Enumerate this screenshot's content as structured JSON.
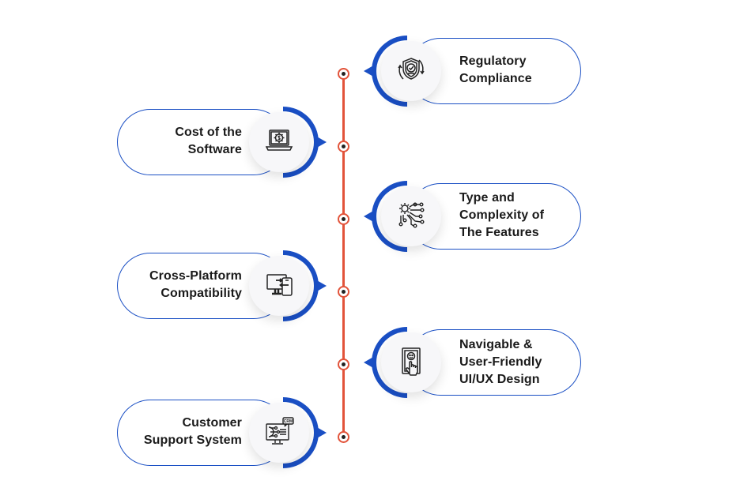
{
  "diagram": {
    "type": "timeline-infographic",
    "colors": {
      "accent_blue": "#1a4fc4",
      "timeline_red": "#e2533a",
      "text": "#1a1a1a"
    },
    "items": [
      {
        "side": "right",
        "icon": "shield-check-cycle-icon",
        "label_lines": [
          "Regulatory",
          "Compliance"
        ]
      },
      {
        "side": "left",
        "icon": "laptop-dollar-gear-icon",
        "label_lines": [
          "Cost of the",
          "Software"
        ]
      },
      {
        "side": "right",
        "icon": "gear-circuit-icon",
        "label_lines": [
          "Type and",
          "Complexity of",
          "The Features"
        ]
      },
      {
        "side": "left",
        "icon": "monitor-phone-sync-icon",
        "label_lines": [
          "Cross-Platform",
          "Compatibility"
        ]
      },
      {
        "side": "right",
        "icon": "touch-screen-smiley-icon",
        "label_lines": [
          "Navigable &",
          "User-Friendly",
          "UI/UX Design"
        ]
      },
      {
        "side": "left",
        "icon": "crm-monitor-icon",
        "label_lines": [
          "Customer",
          "Support System"
        ]
      }
    ]
  }
}
